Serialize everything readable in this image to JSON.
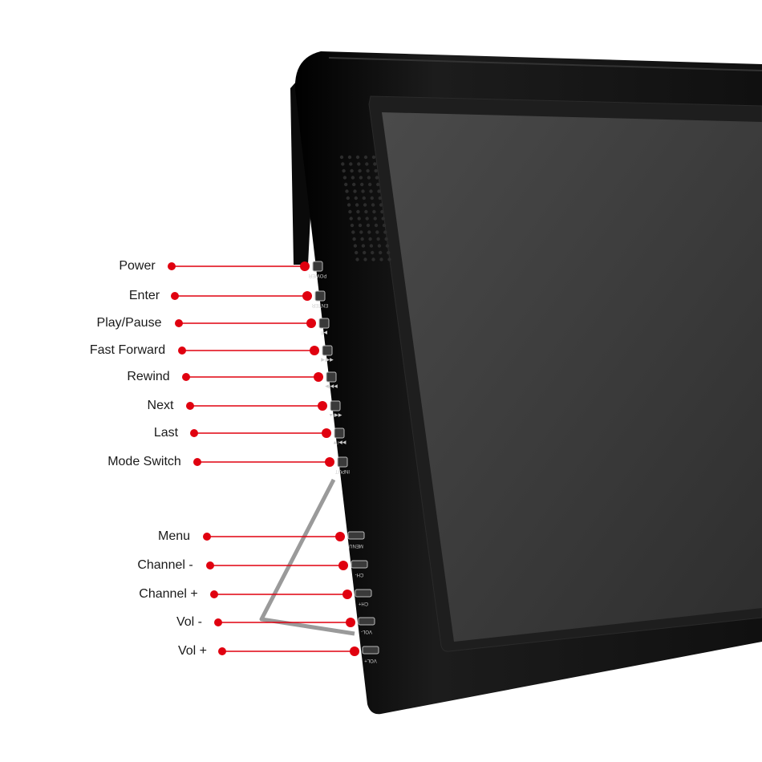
{
  "colors": {
    "callout": "#e0000f",
    "bezel": "#111111",
    "screen": "#3a3a3a",
    "stand": "#9a9a9a"
  },
  "callouts": [
    {
      "label": "Power",
      "button_marking": "POWER"
    },
    {
      "label": "Enter",
      "button_marking": "ENTER"
    },
    {
      "label": "Play/Pause",
      "button_marking": "▶II"
    },
    {
      "label": "Fast Forward",
      "button_marking": "◀◀/◀"
    },
    {
      "label": "Rewind",
      "button_marking": "▶▶/▶"
    },
    {
      "label": "Next",
      "button_marking": "◀◀/▲"
    },
    {
      "label": "Last",
      "button_marking": "▶▶/▼"
    },
    {
      "label": "Mode Switch",
      "button_marking": "INPUT"
    },
    {
      "label": "Menu",
      "button_marking": "MENU"
    },
    {
      "label": "Channel -",
      "button_marking": "CH-"
    },
    {
      "label": "Channel +",
      "button_marking": "CH+"
    },
    {
      "label": "Vol -",
      "button_marking": "VOL-"
    },
    {
      "label": "Vol +",
      "button_marking": "VOL+"
    }
  ]
}
